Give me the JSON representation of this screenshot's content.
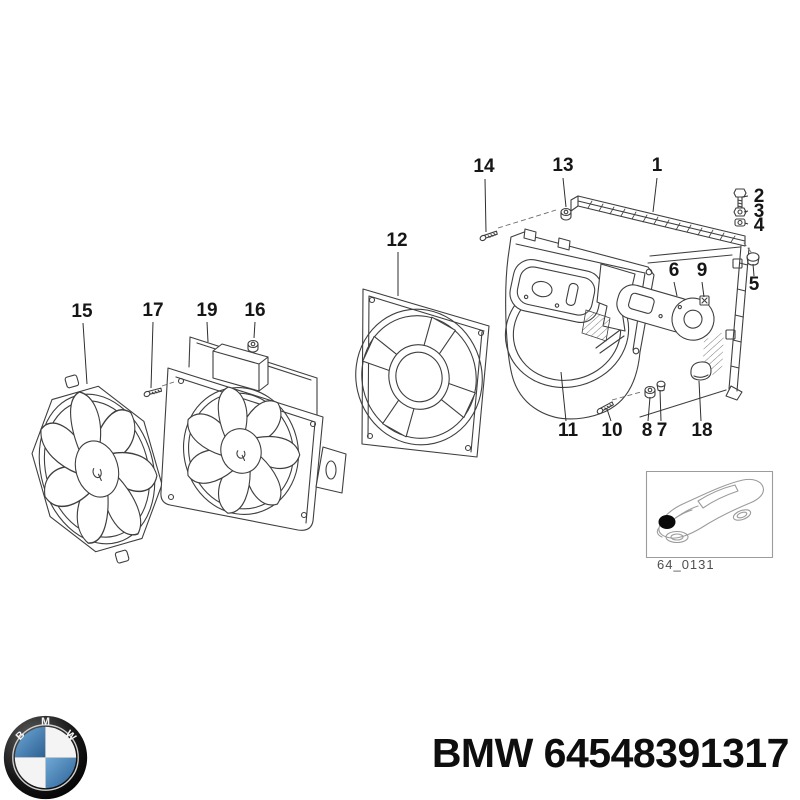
{
  "diagram": {
    "callouts": [
      "1",
      "2",
      "3",
      "4",
      "5",
      "6",
      "7",
      "8",
      "9",
      "10",
      "11",
      "12",
      "13",
      "14",
      "15",
      "16",
      "17",
      "18",
      "19"
    ],
    "inset": {
      "caption": "64_0131"
    },
    "colors": {
      "line": "#3f3f3f",
      "label": "#161616",
      "inset_line": "#9c9c9c",
      "roundel_blue": "#3d7fb4",
      "background": "#ffffff"
    }
  },
  "footer": {
    "part_number": "BMW 64548391317",
    "logo_letters": [
      "B",
      "M",
      "W"
    ]
  }
}
